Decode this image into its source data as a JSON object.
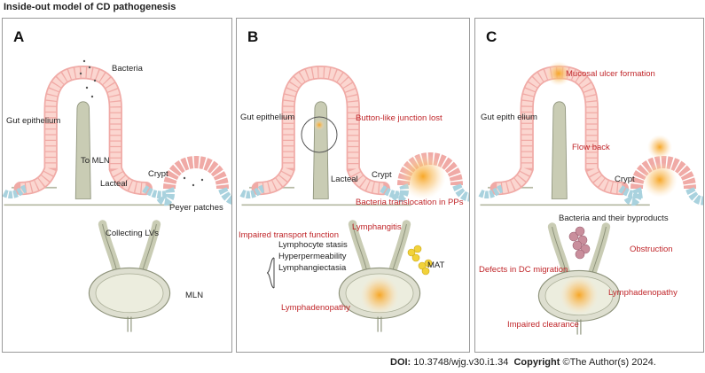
{
  "title": "Inside-out model of CD pathogenesis",
  "panels": {
    "a": {
      "letter": "A",
      "labels": {
        "bacteria": "Bacteria",
        "gut_epithelium": "Gut epithelium",
        "to_mln": "To MLN",
        "crypt": "Crypt",
        "lacteal": "Lacteal",
        "peyer_patches": "Peyer patches",
        "collecting_lvs": "Collecting LVs",
        "mln": "MLN"
      }
    },
    "b": {
      "letter": "B",
      "labels": {
        "gut_epithelium": "Gut epithelium",
        "button_like": "Button-like junction lost",
        "crypt": "Crypt",
        "lacteal": "Lacteal",
        "bacteria_translocation": "Bacteria translocation in PPs",
        "impaired_transport": "Impaired transport function",
        "lymphangitis": "Lymphangitis",
        "lymphocyte_stasis": "Lymphocyte stasis",
        "hyperpermeability": "Hyperpermeability",
        "lymphangiectasia": "Lymphangiectasia",
        "mat": "MAT",
        "lymphadenopathy": "Lymphadenopathy"
      }
    },
    "c": {
      "letter": "C",
      "labels": {
        "mucosal_ulcer": "Mucosal ulcer formation",
        "gut_epithelium": "Gut epith elium",
        "flow_back": "Flow back",
        "crypt": "Crypt",
        "bacteria_byproducts": "Bacteria and their byproducts",
        "obstruction": "Obstruction",
        "defects_dc": "Defects in DC migration",
        "lymphadenopathy": "Lymphadenopathy",
        "impaired_clearance": "Impaired clearance"
      }
    }
  },
  "footer": {
    "doi_label": "DOI:",
    "doi_value": "10.3748/wjg.v30.i1.34",
    "copyright_label": "Copyright",
    "copyright_text": "©The Author(s) 2024."
  }
}
